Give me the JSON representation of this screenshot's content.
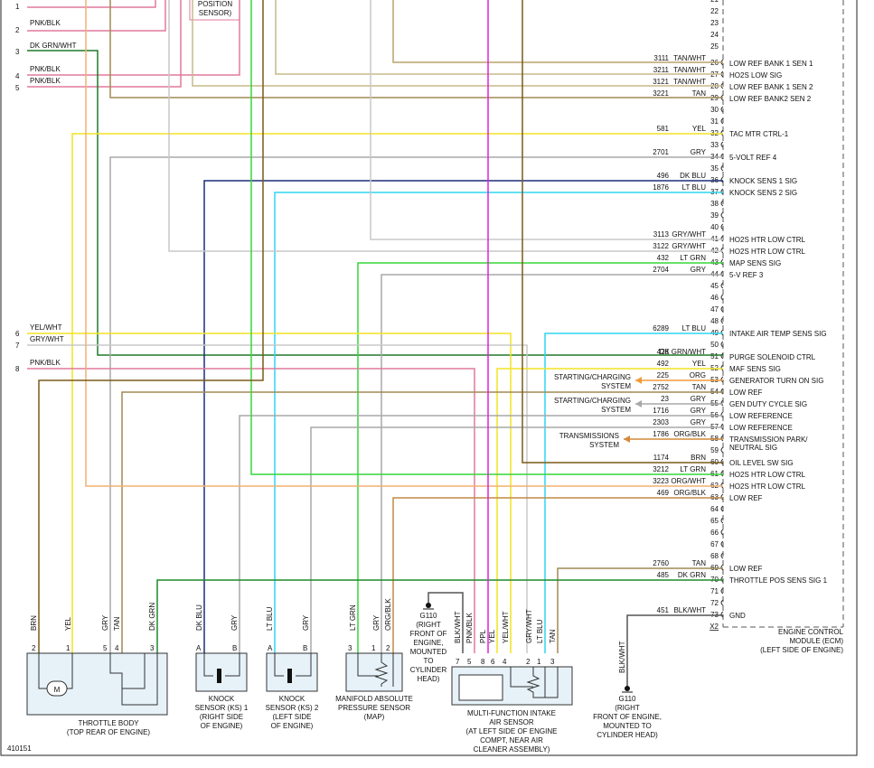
{
  "figure_id": "410151",
  "ecm": {
    "title_lines": [
      "ENGINE CONTROL",
      "MODULE (ECM)",
      "(LEFT SIDE OF ENGINE)"
    ],
    "top_pins": [
      "21",
      "22",
      "23",
      "24",
      "25"
    ],
    "pins": [
      {
        "pin": "26",
        "circuit": "3111",
        "color": "TAN/WHT",
        "signal": "LOW REF BANK 1 SEN 1",
        "hex": "#b8a36a"
      },
      {
        "pin": "27",
        "circuit": "3211",
        "color": "TAN/WHT",
        "signal": "HO2S LOW SIG",
        "hex": "#c9b88a"
      },
      {
        "pin": "28",
        "circuit": "3121",
        "color": "TAN/WHT",
        "signal": "LOW REF BANK 1 SEN 2",
        "hex": "#c9b88a"
      },
      {
        "pin": "29",
        "circuit": "3221",
        "color": "TAN",
        "signal": "LOW REF BANK2 SEN 2",
        "hex": "#a08a55"
      },
      {
        "pin": "30",
        "circuit": "",
        "color": "",
        "signal": "",
        "hex": ""
      },
      {
        "pin": "31",
        "circuit": "",
        "color": "",
        "signal": "",
        "hex": ""
      },
      {
        "pin": "32",
        "circuit": "581",
        "color": "YEL",
        "signal": "TAC MTR CTRL-1",
        "hex": "#f2e422"
      },
      {
        "pin": "33",
        "circuit": "",
        "color": "",
        "signal": "",
        "hex": ""
      },
      {
        "pin": "34",
        "circuit": "2701",
        "color": "GRY",
        "signal": "5-VOLT REF 4",
        "hex": "#a8a8a8"
      },
      {
        "pin": "35",
        "circuit": "",
        "color": "",
        "signal": "",
        "hex": ""
      },
      {
        "pin": "36",
        "circuit": "496",
        "color": "DK BLU",
        "signal": "KNOCK SENS 1 SIG",
        "hex": "#1c2e7a"
      },
      {
        "pin": "37",
        "circuit": "1876",
        "color": "LT BLU",
        "signal": "KNOCK SENS 2 SIG",
        "hex": "#2fd6f0"
      },
      {
        "pin": "38",
        "circuit": "",
        "color": "",
        "signal": "",
        "hex": ""
      },
      {
        "pin": "39",
        "circuit": "",
        "color": "",
        "signal": "",
        "hex": ""
      },
      {
        "pin": "40",
        "circuit": "",
        "color": "",
        "signal": "",
        "hex": ""
      },
      {
        "pin": "41",
        "circuit": "3113",
        "color": "GRY/WHT",
        "signal": "HO2S HTR LOW CTRL",
        "hex": "#c8c8c8"
      },
      {
        "pin": "42",
        "circuit": "3122",
        "color": "GRY/WHT",
        "signal": "HO2S HTR LOW CTRL",
        "hex": "#c8c8c8"
      },
      {
        "pin": "43",
        "circuit": "432",
        "color": "LT GRN",
        "signal": "MAP SENS SIG",
        "hex": "#36d63a"
      },
      {
        "pin": "44",
        "circuit": "2704",
        "color": "GRY",
        "signal": "5-V REF 3",
        "hex": "#a8a8a8"
      },
      {
        "pin": "45",
        "circuit": "",
        "color": "",
        "signal": "",
        "hex": ""
      },
      {
        "pin": "46",
        "circuit": "",
        "color": "",
        "signal": "",
        "hex": ""
      },
      {
        "pin": "47",
        "circuit": "",
        "color": "",
        "signal": "",
        "hex": ""
      },
      {
        "pin": "48",
        "circuit": "",
        "color": "",
        "signal": "",
        "hex": ""
      },
      {
        "pin": "49",
        "circuit": "6289",
        "color": "LT BLU",
        "signal": "INTAKE AIR TEMP SENS SIG",
        "hex": "#2fd6f0"
      },
      {
        "pin": "50",
        "circuit": "",
        "color": "",
        "signal": "",
        "hex": ""
      },
      {
        "pin": "51",
        "circuit": "428",
        "color": "DK GRN/WHT",
        "signal": "PURGE SOLENOID CTRL",
        "hex": "#1f7a2a"
      },
      {
        "pin": "52",
        "circuit": "492",
        "color": "YEL",
        "signal": "MAF SENS SIG",
        "hex": "#f2e422"
      },
      {
        "pin": "53",
        "circuit": "225",
        "color": "ORG",
        "signal": "GENERATOR TURN ON SIG",
        "hex": "#f29a3a"
      },
      {
        "pin": "54",
        "circuit": "2752",
        "color": "TAN",
        "signal": "LOW REF",
        "hex": "#a08a55"
      },
      {
        "pin": "55",
        "circuit": "23",
        "color": "GRY",
        "signal": "GEN DUTY CYCLE SIG",
        "hex": "#a8a8a8"
      },
      {
        "pin": "56",
        "circuit": "1716",
        "color": "GRY",
        "signal": "LOW REFERENCE",
        "hex": "#a8a8a8"
      },
      {
        "pin": "57",
        "circuit": "2303",
        "color": "GRY",
        "signal": "LOW REFERENCE",
        "hex": "#a8a8a8"
      },
      {
        "pin": "58",
        "circuit": "1786",
        "color": "ORG/BLK",
        "signal": "TRANSMISSION PARK/",
        "signal2": "NEUTRAL SIG",
        "hex": "#d4893a"
      },
      {
        "pin": "59",
        "circuit": "",
        "color": "",
        "signal": "",
        "hex": ""
      },
      {
        "pin": "60",
        "circuit": "1174",
        "color": "BRN",
        "signal": "OIL LEVEL SW SIG",
        "hex": "#7a5a18"
      },
      {
        "pin": "61",
        "circuit": "3212",
        "color": "LT GRN",
        "signal": "HO2S HTR LOW CTRL",
        "hex": "#36d63a"
      },
      {
        "pin": "62",
        "circuit": "3223",
        "color": "ORG/WHT",
        "signal": "HO2S HTR LOW CTRL",
        "hex": "#f2b070"
      },
      {
        "pin": "63",
        "circuit": "469",
        "color": "ORG/BLK",
        "signal": "LOW REF",
        "hex": "#c08a45"
      },
      {
        "pin": "64",
        "circuit": "",
        "color": "",
        "signal": "",
        "hex": ""
      },
      {
        "pin": "65",
        "circuit": "",
        "color": "",
        "signal": "",
        "hex": ""
      },
      {
        "pin": "66",
        "circuit": "",
        "color": "",
        "signal": "",
        "hex": ""
      },
      {
        "pin": "67",
        "circuit": "",
        "color": "",
        "signal": "",
        "hex": ""
      },
      {
        "pin": "68",
        "circuit": "",
        "color": "",
        "signal": "",
        "hex": ""
      },
      {
        "pin": "69",
        "circuit": "2760",
        "color": "TAN",
        "signal": "LOW REF",
        "hex": "#a08a55"
      },
      {
        "pin": "70",
        "circuit": "485",
        "color": "DK GRN",
        "signal": "THROTTLE POS SENS SIG 1",
        "hex": "#1f8a2a"
      },
      {
        "pin": "71",
        "circuit": "",
        "color": "",
        "signal": "",
        "hex": ""
      },
      {
        "pin": "72",
        "circuit": "",
        "color": "",
        "signal": "",
        "hex": ""
      },
      {
        "pin": "73",
        "circuit": "451",
        "color": "BLK/WHT",
        "signal": "GND",
        "hex": "#333333"
      },
      {
        "pin": "X2",
        "circuit": "",
        "color": "",
        "signal": "",
        "hex": ""
      }
    ]
  },
  "external": {
    "starting_charging_1": [
      "STARTING/CHARGING",
      "SYSTEM"
    ],
    "starting_charging_2": [
      "STARTING/CHARGING",
      "SYSTEM"
    ],
    "transmissions": [
      "TRANSMISSIONS",
      "SYSTEM"
    ]
  },
  "left_connector": {
    "top_label": "POSITION",
    "top_label2": "SENSOR)",
    "pins": [
      {
        "num": "1",
        "label": ""
      },
      {
        "num": "2",
        "label": "PNK/BLK"
      },
      {
        "num": "3",
        "label": "DK GRN/WHT"
      },
      {
        "num": "4",
        "label": "PNK/BLK"
      },
      {
        "num": "5",
        "label": "PNK/BLK"
      },
      {
        "num": "6",
        "label": "YEL/WHT"
      },
      {
        "num": "7",
        "label": "GRY/WHT"
      },
      {
        "num": "8",
        "label": "PNK/BLK"
      }
    ]
  },
  "components": {
    "throttle_body": {
      "name": "THROTTLE BODY",
      "sub": "(TOP REAR OF ENGINE)",
      "wires": [
        "BRN",
        "YEL",
        "GRY",
        "TAN",
        "DK GRN"
      ],
      "pins": [
        "2",
        "1",
        "5",
        "4",
        "3"
      ],
      "motor": "M"
    },
    "ks1": {
      "name": "KNOCK",
      "name2": "SENSOR (KS) 1",
      "sub": "(RIGHT SIDE",
      "sub2": "OF ENGINE)",
      "wires": [
        "DK BLU",
        "GRY"
      ],
      "pins": [
        "A",
        "B"
      ]
    },
    "ks2": {
      "name": "KNOCK",
      "name2": "SENSOR (KS) 2",
      "sub": "(LEFT SIDE",
      "sub2": "OF ENGINE)",
      "wires": [
        "LT BLU",
        "GRY"
      ],
      "pins": [
        "A",
        "B"
      ]
    },
    "map": {
      "name": "MANIFOLD ABSOLUTE",
      "name2": "PRESSURE SENSOR",
      "sub": "(MAP)",
      "wires": [
        "LT GRN",
        "GRY",
        "ORG/BLK"
      ],
      "pins": [
        "3",
        "1",
        "2"
      ]
    },
    "maf": {
      "name": "MULTI-FUNCTION INTAKE",
      "name2": "AIR SENSOR",
      "sub": "(AT LEFT SIDE OF ENGINE",
      "sub2": "COMPT, NEAR AIR",
      "sub3": "CLEANER ASSEMBLY)",
      "wires": [
        "BLK/WHT",
        "PNK/BLK",
        "PPL",
        "YEL",
        "YEL/WHT",
        "GRY/WHT",
        "LT BLU",
        "TAN"
      ],
      "pins": [
        "7",
        "5",
        "8",
        "6",
        "4",
        "2",
        "1",
        "3"
      ]
    },
    "g110a": {
      "name": "G110",
      "lines": [
        "(RIGHT",
        "FRONT OF",
        "ENGINE,",
        "MOUNTED",
        "TO",
        "CYLINDER",
        "HEAD)"
      ]
    },
    "g110b": {
      "name": "G110",
      "lines": [
        "(RIGHT",
        "FRONT OF ENGINE,",
        "MOUNTED TO",
        "CYLINDER HEAD)"
      ],
      "wire": "BLK/WHT"
    }
  }
}
